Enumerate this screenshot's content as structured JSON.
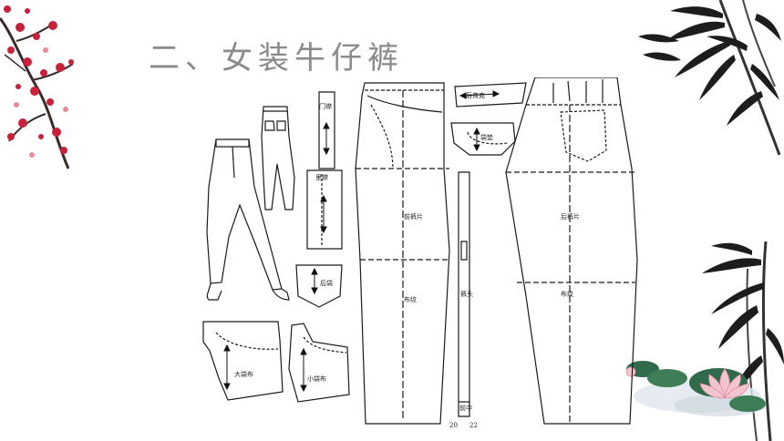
{
  "slide": {
    "title": "二、女装牛仔裤"
  },
  "pattern": {
    "labels": {
      "fly": "门襟",
      "fly_lining": "里襟",
      "back_pocket": "后袋",
      "large_pocket_cloth": "大袋布",
      "small_pocket_cloth": "小袋布",
      "front_piece": "前裤片",
      "front_grain": "布纹",
      "back_yoke": "后育克",
      "pocket_facing": "袋垫",
      "waistband": "裤头",
      "front_center": "前中",
      "back_piece": "后裤片",
      "back_grain": "布纹",
      "waistband_num_left": "20",
      "waistband_num_right": "22"
    }
  },
  "decorations": {
    "top_left": "plum-blossom-branch",
    "top_right": "bamboo",
    "bottom_right": "bamboo-and-lotus-pond"
  }
}
